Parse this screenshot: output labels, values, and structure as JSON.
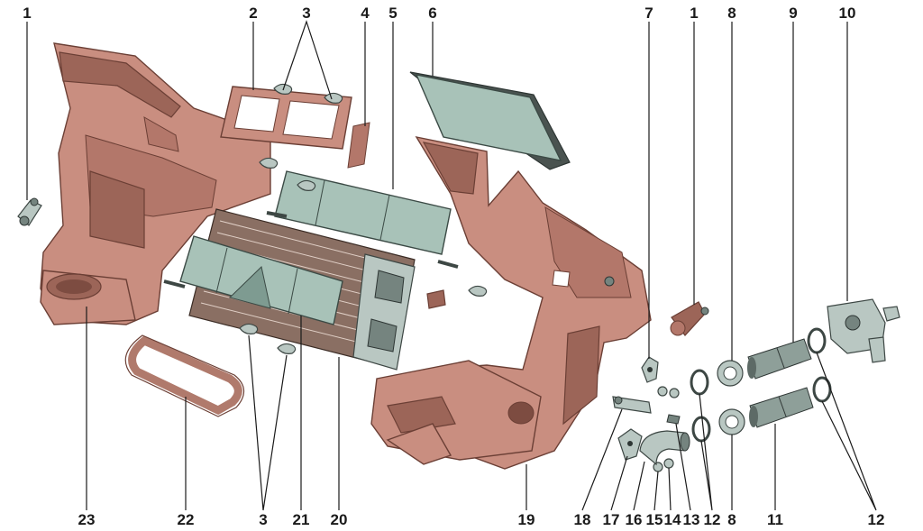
{
  "callouts": {
    "c1a": "1",
    "c2": "2",
    "c3a": "3",
    "c4": "4",
    "c5": "5",
    "c6": "6",
    "c7": "7",
    "c1b": "1",
    "c8a": "8",
    "c9": "9",
    "c10": "10",
    "c23": "23",
    "c22": "22",
    "c3b": "3",
    "c21": "21",
    "c20": "20",
    "c19": "19",
    "c18": "18",
    "c17": "17",
    "c16": "16",
    "c15": "15",
    "c14": "14",
    "c13": "13",
    "c12a": "12",
    "c8b": "8",
    "c11": "11",
    "c12b": "12"
  },
  "colors": {
    "housing": "#c98e80",
    "filter": "#a8c2b8",
    "metal": "#b9c7c2"
  }
}
